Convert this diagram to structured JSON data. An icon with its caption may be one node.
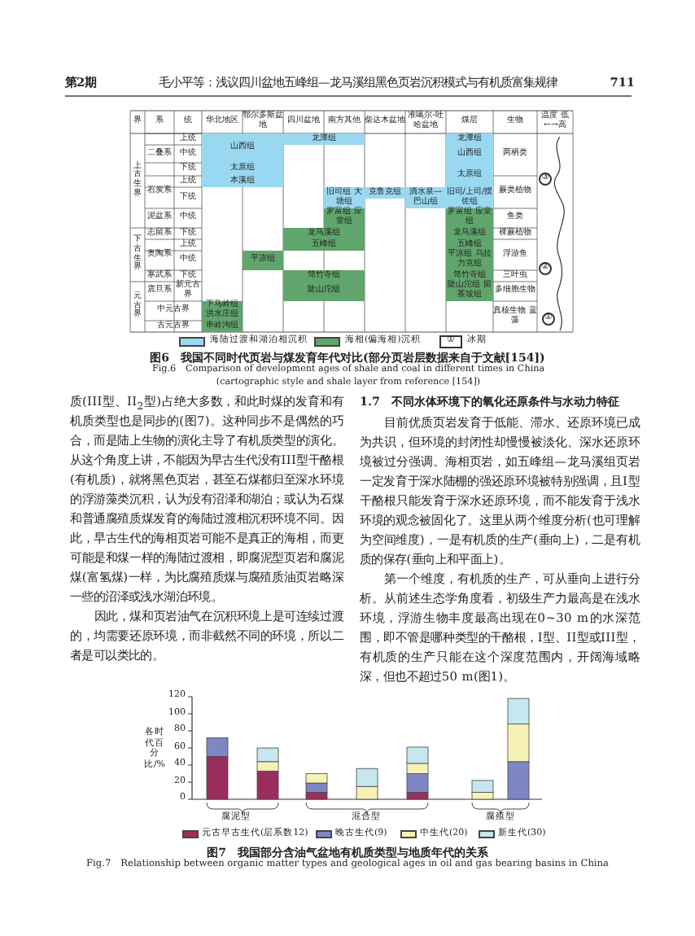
{
  "diagram": {
    "labels": [
      "第2期",
      "毛小平等：浅议四川盆地五峰组—龙马溪组黑色页岩沉积模式与有机质富集规律",
      "711",
      "界",
      "系",
      "统",
      "华北地区",
      "鄂尔多斯盆地",
      "四川盆地",
      "南方其他",
      "柴达木盆地",
      "准噶尔-吐哈盆地",
      "煤层",
      "生物",
      "温度 低←→高",
      "上古生界",
      "二叠系",
      "上统",
      "龙潭组",
      "龙潭组",
      "中统",
      "山西组",
      "山西组",
      "两栖类",
      "下统",
      "太原组",
      "太原组",
      "石炭系",
      "上统",
      "本溪组",
      "下统",
      "旧司组 大塘组",
      "克鲁克组",
      "滴水泉—巴山组",
      "旧司/上司/摆佐组",
      "蕨类植物",
      "泥盆系",
      "中统",
      "罗富组 应堂组",
      "罗富组 应堂组",
      "鱼类",
      "下古生界",
      "志留系",
      "下统",
      "龙马溪组",
      "龙马溪组",
      "裸蕨植物",
      "奥陶系",
      "上统",
      "五峰组",
      "五峰组",
      "中统",
      "平凉组",
      "平凉组 乌拉力克组",
      "浮游鱼",
      "寒武系",
      "下统",
      "筇竹寺组",
      "筇竹寺组",
      "三叶虫",
      "元古界",
      "震旦系",
      "新元古界",
      "陡山沱组",
      "陡山沱组 留茶坡组",
      "多细胞生物",
      "中元古界",
      "下马岭组",
      "洪水庄组",
      "古元古界",
      "串岭沟组",
      "真核生物 蓝藻",
      "③",
      "②",
      "①",
      "①",
      "图6　我国不同时代页岩与煤发育年代对比(部分页岩层数据来自于文献[154])",
      "Fig.6　Comparison of development ages of shale and coal in different times in China (cartographic style and shale layer from reference [154])",
      "质(III型、II$_{2}$型)占绝大多数，和此时煤的发育和有机质类型也是同步的(图7)。这种同步不是偶然的巧合，而是陆上生物的演化主导了有机质类型的演化。从这个角度上讲，不能因为早古生代没有III型干酪根(有机质)，就将黑色页岩，甚至石煤都归至深水环境的浮游藻类沉积，认为没有沼泽和湖泊；或认为石煤和普通腐殖质煤发育的海陆过渡相沉积环境不同。因此，早古生代的海相页岩可能不是真正的海相，而更可能是和煤一样的海陆过渡相，即腐泥型页岩和腐泥煤(富氢煤)一样，为比腐殖质煤与腐殖质油页岩略深一些的沼泽或浅水湖泊环境。",
      "因此，煤和页岩油气在沉积环境上是可连续过渡的，均需要还原环境，而非截然不同的环境，所以二者是可以类比的。",
      "1.7　不同水体环境下的氧化还原条件与水动力特征",
      "目前优质页岩发育于低能、滞水、还原环境已成为共识，但环境的封闭性却慢慢被淡化、深水还原环境被过分强调。海相页岩，如五峰组—龙马溪组页岩一定发育于深水陆棚的强还原环境被特别强调，且I型干酪根只能发育于深水还原环境，而不能发育于浅水环境的观念被固化了。这里从两个维度分析(也可理解为空间维度)，一是有机质的生产(垂向上)，二是有机质的保存(垂向上和平面上)。",
      "第一个维度，有机质的生产，可从垂向上进行分析。从前述生态学角度看，初级生产力最高是在浅水环境，浮游生物丰度最高出现在0~30 m的水深范围，即不管是哪种类型的干酪根，I型、II型或III型，有机质的生产只能在这个深度范围内，开阔海域略深，但也不超过50 m(图1)。",
      "腐泥型",
      "混合型",
      "腐殖型",
      "图7　我国部分含油气盆地有机质类型与地质年代的关系",
      "Fig.7　Relationship between organic matter types and geological ages in oil and gas bearing basins in China"
    ],
    "legend": [
      {
        "text": "海陆过渡和湖泊相沉积",
        "color": "#9ad8f2"
      },
      {
        "text": "海相(偏海相)沉积",
        "color": "#5fa56c"
      },
      {
        "text": "冰期"
      }
    ],
    "chart_data": {
      "type": "bar",
      "stacked": true,
      "legend": "bottom",
      "ylabel": "各时代百分比/%",
      "ylim": [
        0,
        120
      ],
      "yticks": [
        0,
        20,
        40,
        60,
        80,
        100,
        120
      ],
      "series": [
        {
          "name": "元古早古生代(层系数12)",
          "color": "#9b2d5e",
          "values": [
            50,
            33,
            8,
            0,
            8,
            0,
            0
          ]
        },
        {
          "name": "晚古生代(9)",
          "color": "#7f86c4",
          "values": [
            22,
            0,
            11,
            0,
            22,
            0,
            44
          ]
        },
        {
          "name": "中生代(20)",
          "color": "#f6f2b6",
          "values": [
            0,
            11,
            11,
            15,
            12,
            8,
            44
          ]
        },
        {
          "name": "新生代(30)",
          "color": "#c4e7f0",
          "values": [
            0,
            16,
            0,
            21,
            19,
            14,
            30
          ]
        }
      ]
    }
  }
}
